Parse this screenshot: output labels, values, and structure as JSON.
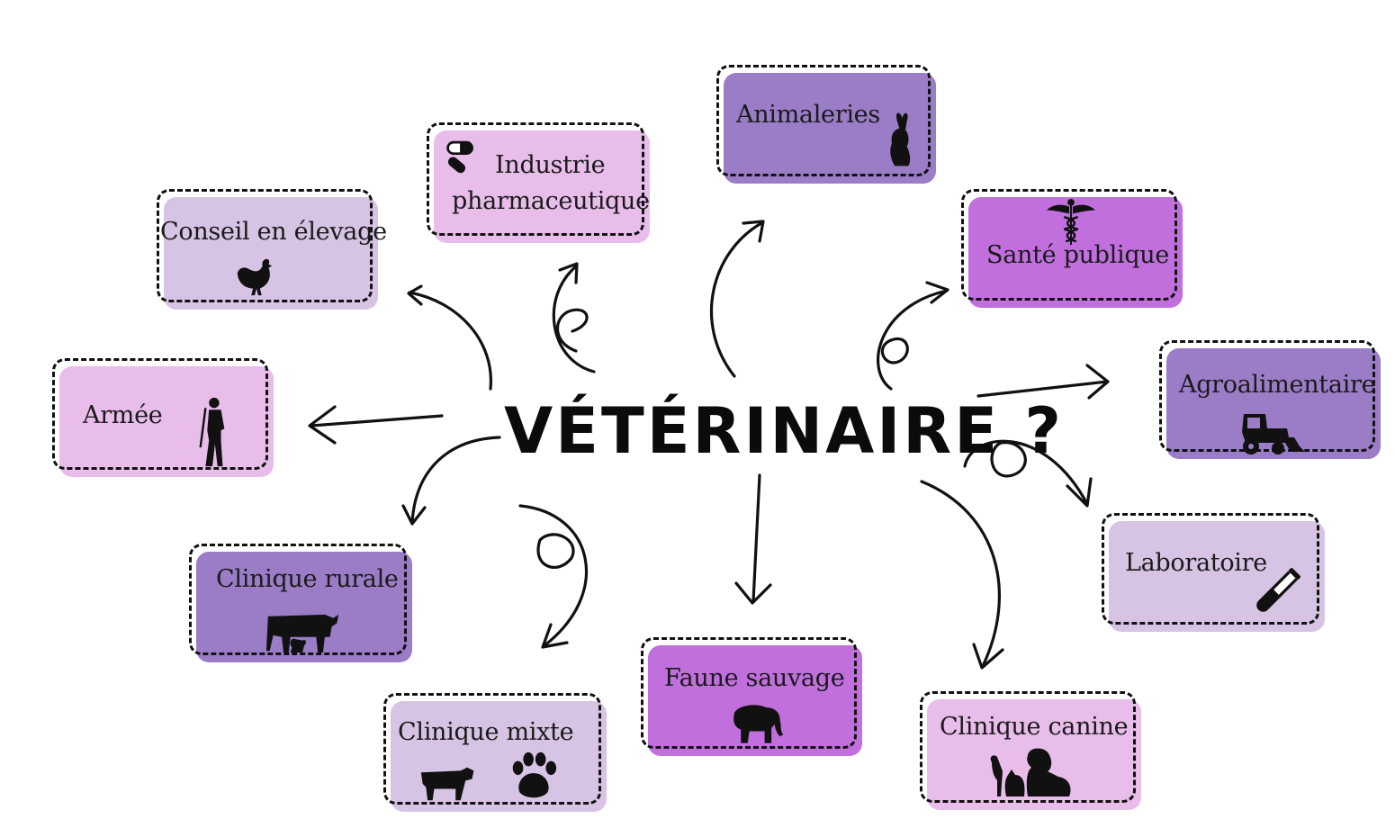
{
  "title": "VÉTÉRINAIRE ?",
  "colors": {
    "light_lavender": "#d7c3e3",
    "pink": "#e8bdea",
    "purple": "#9b7cc7",
    "magenta": "#c06fdd"
  },
  "cards": [
    {
      "id": "animaleries",
      "label": "Animaleries",
      "icon": "rabbit-icon"
    },
    {
      "id": "industrie",
      "label_line1": "Industrie",
      "label_line2": "pharmaceutique",
      "icon": "pills-icon"
    },
    {
      "id": "conseil",
      "label": "Conseil en élevage",
      "icon": "hen-icon"
    },
    {
      "id": "sante",
      "label": "Santé publique",
      "icon": "caduceus-icon"
    },
    {
      "id": "armee",
      "label": "Armée",
      "icon": "soldier-icon"
    },
    {
      "id": "agro",
      "label": "Agroalimentaire",
      "icon": "tractor-icon"
    },
    {
      "id": "rurale",
      "label": "Clinique rurale",
      "icon": "farm-animals-icon"
    },
    {
      "id": "laboratoire",
      "label": "Laboratoire",
      "icon": "test-tube-icon"
    },
    {
      "id": "mixte",
      "label": "Clinique mixte",
      "icons": [
        "cow-icon",
        "paw-icon"
      ]
    },
    {
      "id": "faune",
      "label": "Faune sauvage",
      "icon": "elephant-icon"
    },
    {
      "id": "canine",
      "label": "Clinique canine",
      "icon": "pets-icon"
    }
  ]
}
